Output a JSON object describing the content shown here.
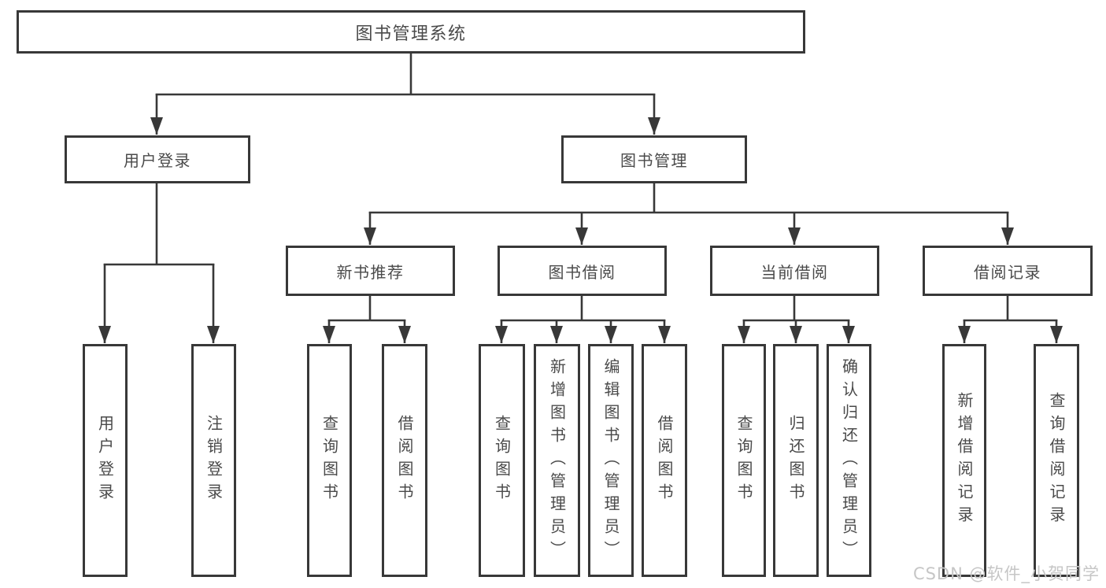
{
  "diagram": {
    "title": "图书管理系统",
    "branches": [
      {
        "label": "用户登录",
        "children": [
          {
            "label": "用户登录"
          },
          {
            "label": "注销登录"
          }
        ]
      },
      {
        "label": "图书管理",
        "children": [
          {
            "label": "新书推荐",
            "children": [
              {
                "label": "查询图书"
              },
              {
                "label": "借阅图书"
              }
            ]
          },
          {
            "label": "图书借阅",
            "children": [
              {
                "label": "查询图书"
              },
              {
                "label": "新增图书（管理员）"
              },
              {
                "label": "编辑图书（管理员）"
              },
              {
                "label": "借阅图书"
              }
            ]
          },
          {
            "label": "当前借阅",
            "children": [
              {
                "label": "查询图书"
              },
              {
                "label": "归还图书"
              },
              {
                "label": "确认归还（管理员）"
              }
            ]
          },
          {
            "label": "借阅记录",
            "children": [
              {
                "label": "新增借阅记录"
              },
              {
                "label": "查询借阅记录"
              }
            ]
          }
        ]
      }
    ]
  },
  "watermark": {
    "text": "CSDN @软件_小贺同学"
  },
  "colors": {
    "line": "#383838",
    "box_border": "#383838",
    "text": "#4a4a4a",
    "watermark": "#c6c6c6",
    "background": "#ffffff"
  }
}
